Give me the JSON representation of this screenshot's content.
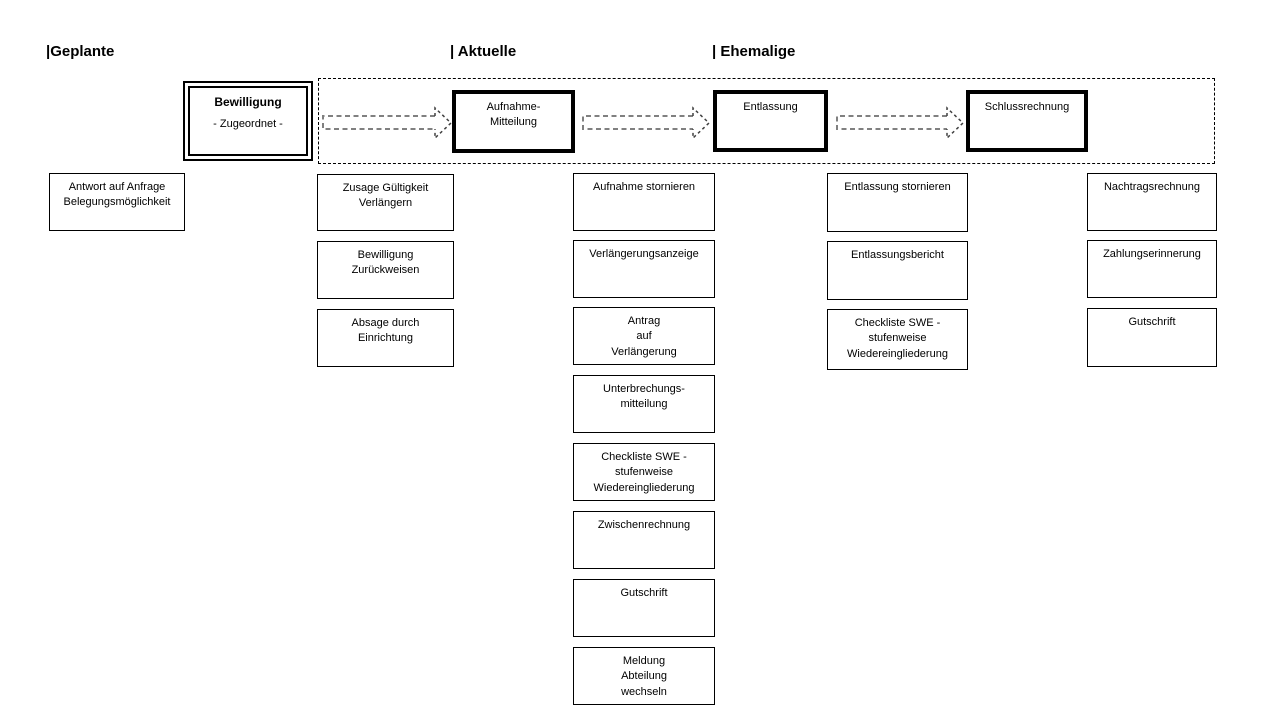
{
  "headers": {
    "geplante": "|Geplante",
    "aktuelle": "| Aktuelle",
    "ehemalige": "| Ehemalige"
  },
  "process": {
    "bewilligung": {
      "title": "Bewilligung",
      "subtitle": "- Zugeordnet -"
    },
    "aufnahme_mitteilung": "Aufnahme-\nMitteilung",
    "entlassung": "Entlassung",
    "schlussrechnung": "Schlussrechnung"
  },
  "documents": {
    "geplante": [
      "Antwort auf Anfrage\nBelegungsmöglichkeit"
    ],
    "bewilligung": [
      "Zusage Gültigkeit\nVerlängern",
      "Bewilligung\nZurückweisen",
      "Absage durch\nEinrichtung"
    ],
    "aufnahme": [
      "Aufnahme stornieren",
      "Verlängerungsanzeige",
      "Antrag\nauf\nVerlängerung",
      "Unterbrechungs-\nmitteilung",
      "Checkliste SWE -\nstufenweise\nWiedereingliederung",
      "Zwischenrechnung",
      "Gutschrift",
      "Meldung\nAbteilung\nwechseln"
    ],
    "entlassung": [
      "Entlassung stornieren",
      "Entlassungsbericht",
      "Checkliste SWE -\nstufenweise\nWiedereingliederung"
    ],
    "schlussrechnung": [
      "Nachtragsrechnung",
      "Zahlungserinnerung",
      "Gutschrift"
    ]
  },
  "colors": {
    "background": "#ffffff",
    "line": "#000000",
    "arrow_body": "#808080",
    "arrow_head": "#404040"
  }
}
